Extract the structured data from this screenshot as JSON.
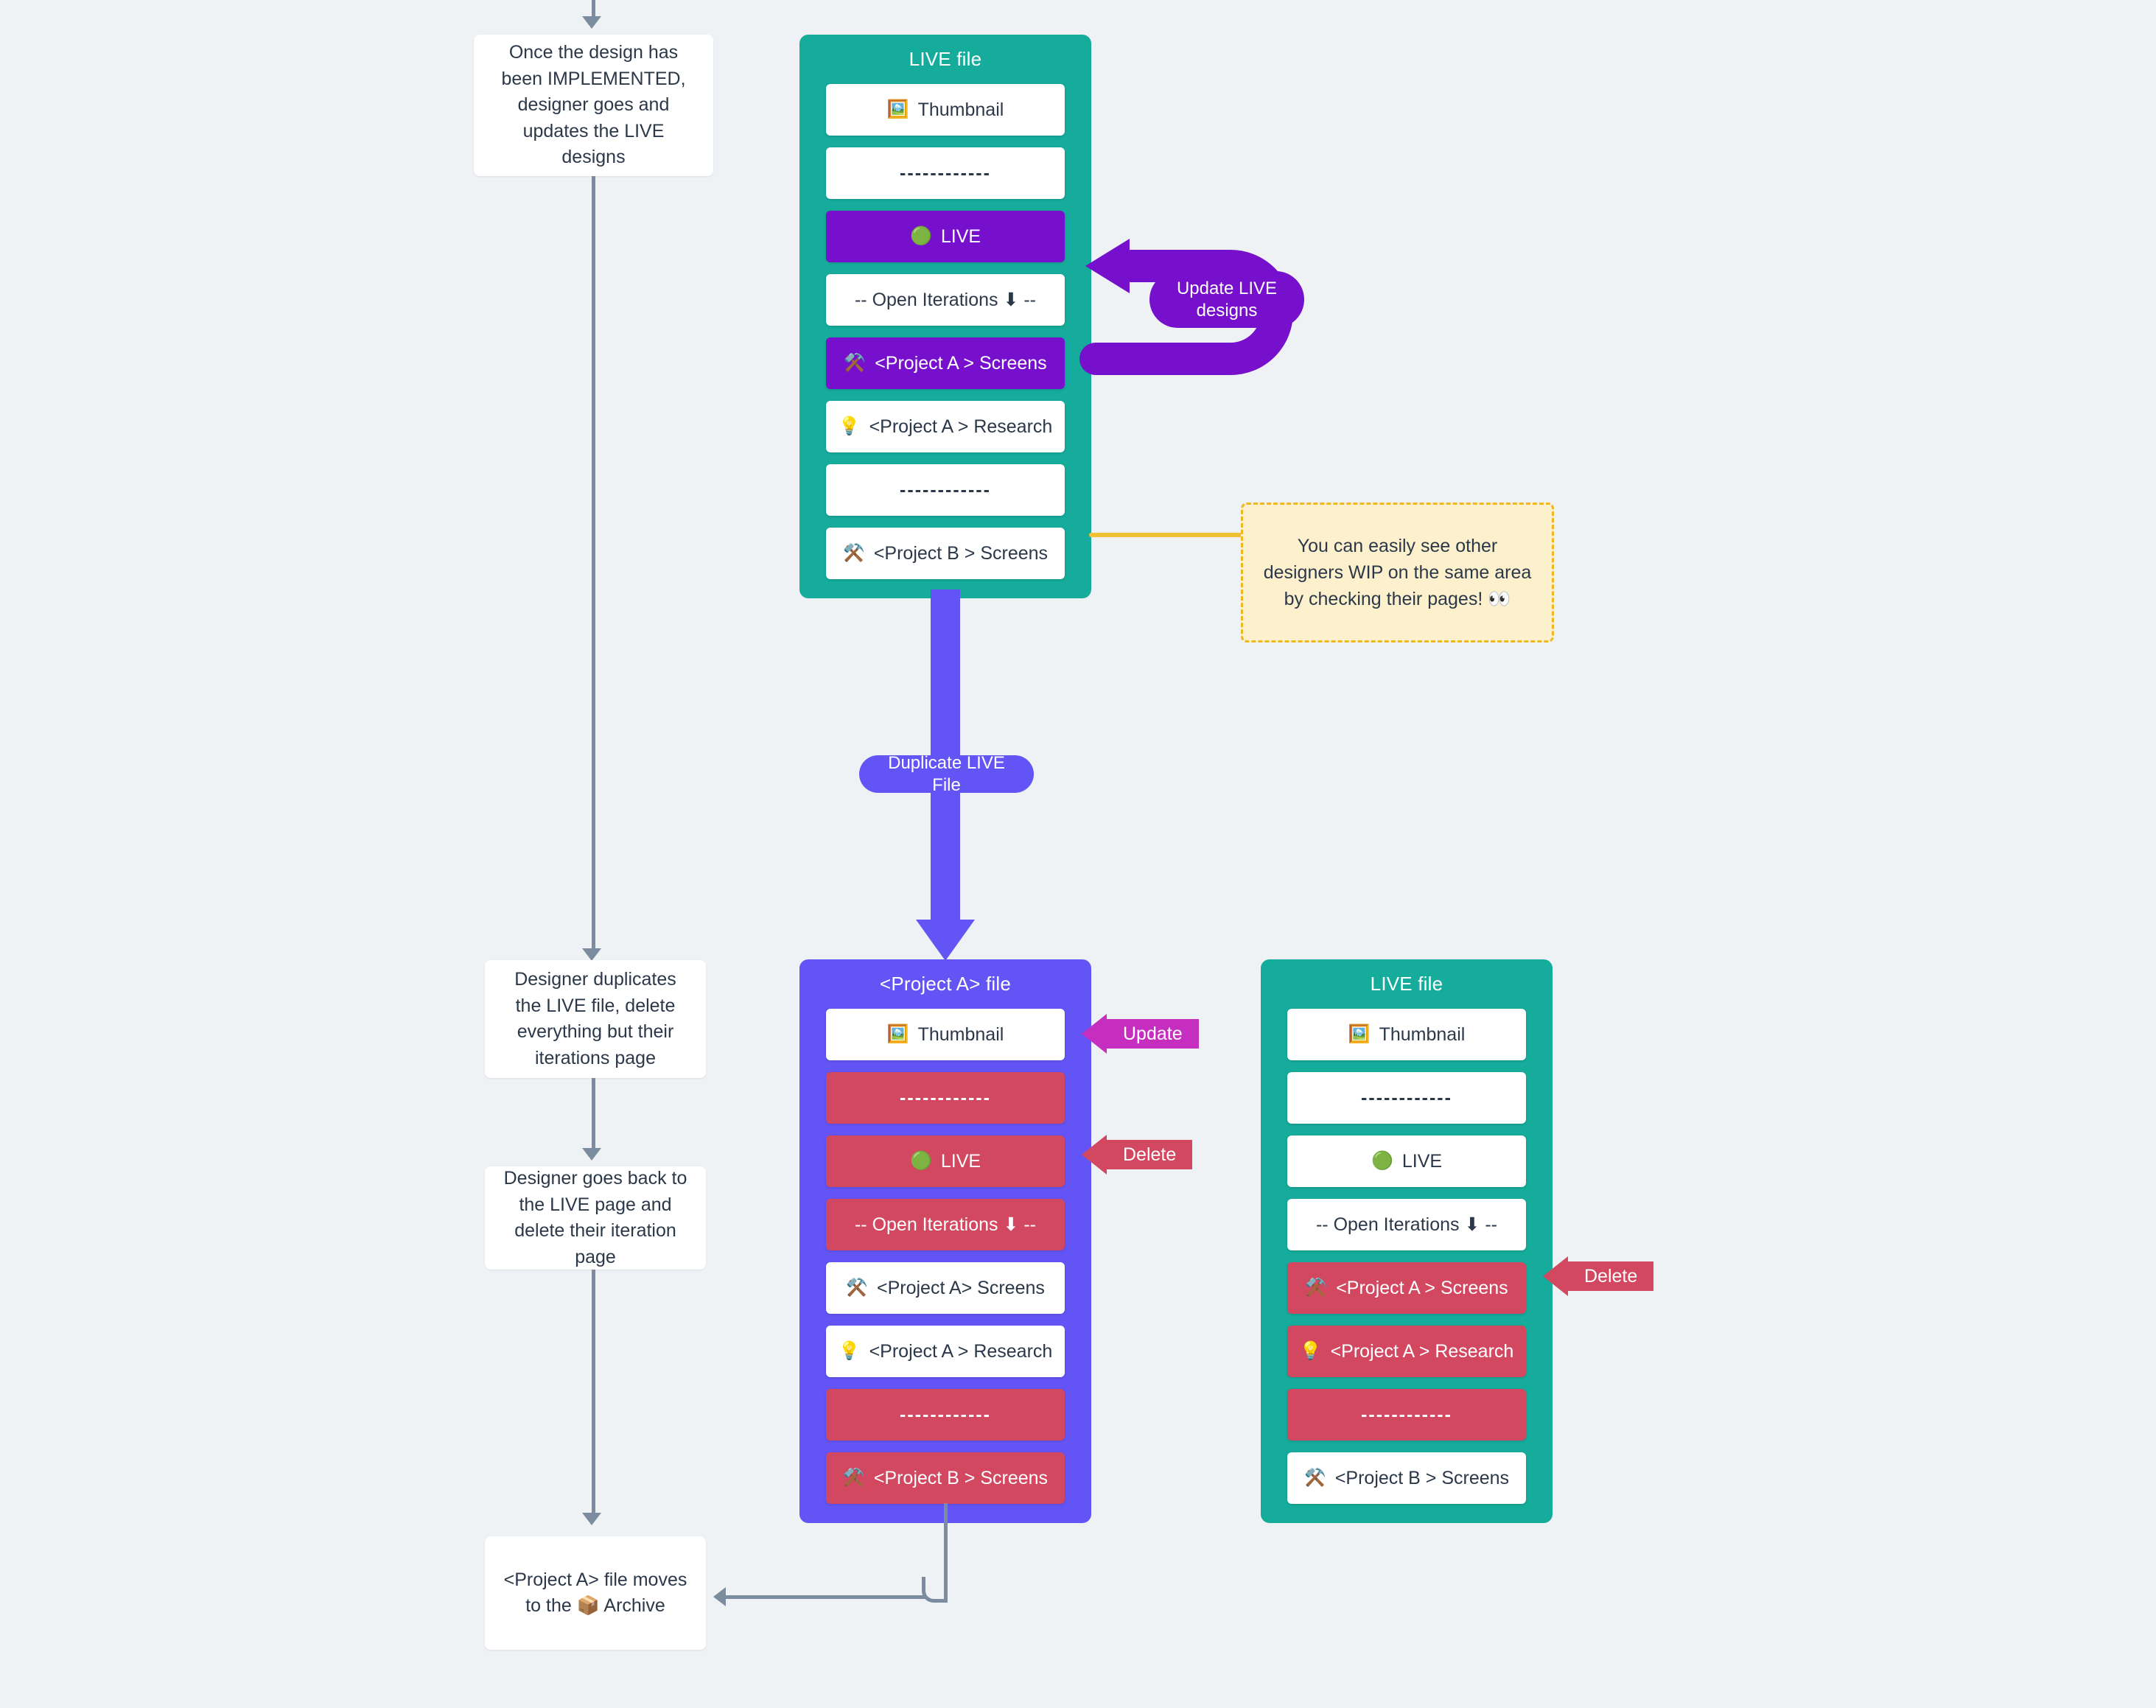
{
  "colors": {
    "background": "#eef2f5",
    "teal": "#16ac9b",
    "indigo": "#6355f5",
    "violet": "#7610cc",
    "crimson": "#d24860",
    "magenta": "#c62ec0",
    "yellow_note_bg": "#fdf0cd",
    "yellow_border": "#efb820",
    "connector_gray": "#7b8c9e",
    "text_dark": "#2b3849"
  },
  "notes": {
    "implemented": "Once the design has been IMPLEMENTED, designer goes and updates the LIVE designs",
    "duplicates": "Designer duplicates the LIVE file, delete everything but their iterations page",
    "goes_back": "Designer goes back to the LIVE page and delete their iteration page",
    "archive": "<Project A> file moves to the 📦 Archive"
  },
  "sticky_note": {
    "text": "You can easily see other designers WIP on the same area by checking their pages! 👀"
  },
  "labels": {
    "update_live_designs": "Update LIVE designs",
    "duplicate_live_file": "Duplicate LIVE File",
    "update": "Update",
    "delete_middle_live": "Delete",
    "delete_right_screens": "Delete"
  },
  "cards": {
    "live_top": {
      "title": "LIVE file",
      "rows": [
        {
          "emoji": "🖼️",
          "label": "Thumbnail",
          "style": "white"
        },
        {
          "emoji": "",
          "label": "------------",
          "style": "white",
          "dashes": true
        },
        {
          "emoji": "🟢",
          "label": "LIVE",
          "style": "violet"
        },
        {
          "emoji": "",
          "label": "-- Open Iterations ⬇ --",
          "style": "white"
        },
        {
          "emoji": "⚒️",
          "label": "<Project A > Screens",
          "style": "violet"
        },
        {
          "emoji": "💡",
          "label": "<Project A > Research",
          "style": "white"
        },
        {
          "emoji": "",
          "label": "------------",
          "style": "white",
          "dashes": true
        },
        {
          "emoji": "⚒️",
          "label": "<Project B > Screens",
          "style": "white"
        }
      ]
    },
    "project_a": {
      "title": "<Project A> file",
      "rows": [
        {
          "emoji": "🖼️",
          "label": "Thumbnail",
          "style": "white"
        },
        {
          "emoji": "",
          "label": "------------",
          "style": "crimson",
          "dashes": true
        },
        {
          "emoji": "🟢",
          "label": "LIVE",
          "style": "crimson"
        },
        {
          "emoji": "",
          "label": "-- Open Iterations ⬇ --",
          "style": "crimson"
        },
        {
          "emoji": "⚒️",
          "label": "<Project A> Screens",
          "style": "white"
        },
        {
          "emoji": "💡",
          "label": "<Project A > Research",
          "style": "white"
        },
        {
          "emoji": "",
          "label": "------------",
          "style": "crimson",
          "dashes": true
        },
        {
          "emoji": "⚒️",
          "label": "<Project B > Screens",
          "style": "crimson"
        }
      ]
    },
    "live_bottom": {
      "title": "LIVE file",
      "rows": [
        {
          "emoji": "🖼️",
          "label": "Thumbnail",
          "style": "white"
        },
        {
          "emoji": "",
          "label": "------------",
          "style": "white",
          "dashes": true
        },
        {
          "emoji": "🟢",
          "label": "LIVE",
          "style": "white"
        },
        {
          "emoji": "",
          "label": "-- Open Iterations ⬇ --",
          "style": "white"
        },
        {
          "emoji": "⚒️",
          "label": "<Project A > Screens",
          "style": "crimson"
        },
        {
          "emoji": "💡",
          "label": "<Project A > Research",
          "style": "crimson"
        },
        {
          "emoji": "",
          "label": "------------",
          "style": "crimson",
          "dashes": true
        },
        {
          "emoji": "⚒️",
          "label": "<Project B > Screens",
          "style": "white"
        }
      ]
    }
  }
}
